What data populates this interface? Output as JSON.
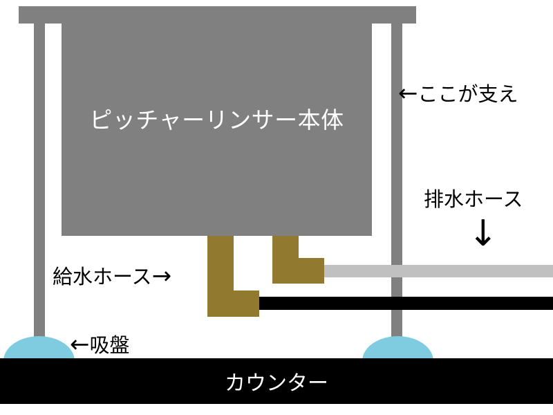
{
  "colors": {
    "frame": "#808080",
    "body": "#808080",
    "fitting": "#917a30",
    "drain_hose": "#c0c0c0",
    "inlet_hose": "#000000",
    "suction_cup": "#7fcce0",
    "counter": "#000000",
    "body_text": "#ffffff",
    "annotation_text": "#000000"
  },
  "rinser_body": {
    "label": "ピッチャーリンサー本体"
  },
  "counter": {
    "label": "カウンター"
  },
  "annotations": {
    "support": {
      "arrow": "←",
      "text": "ここが支え"
    },
    "drain_hose": {
      "text": "排水ホース",
      "arrow": "↓"
    },
    "inlet_hose": {
      "text": "給水ホース",
      "arrow": "→"
    },
    "suction_cup": {
      "arrow": "←",
      "text": "吸盤"
    }
  }
}
